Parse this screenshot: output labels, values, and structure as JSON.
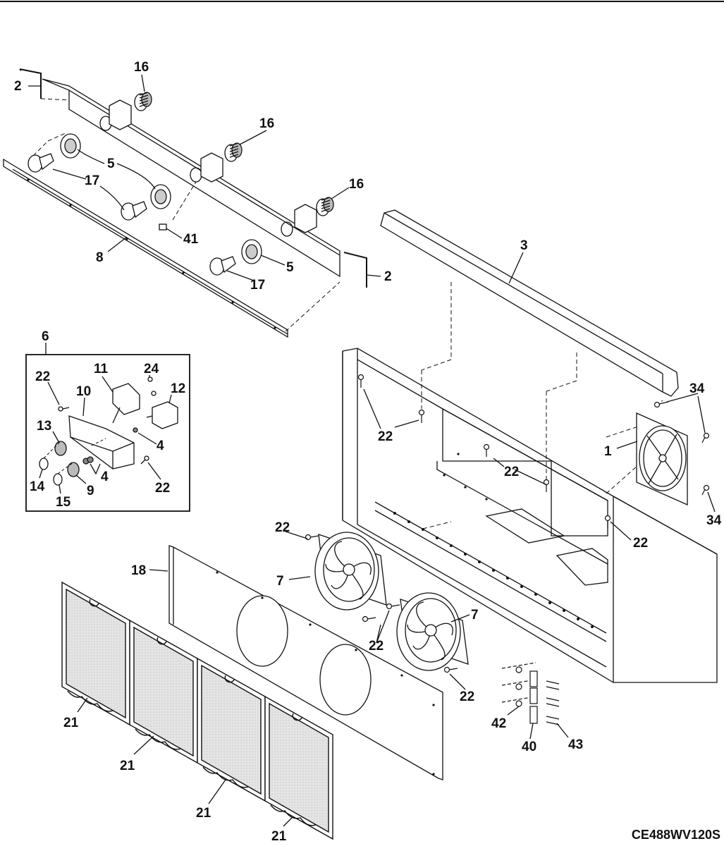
{
  "diagram": {
    "reference_code": "CE488WV120S",
    "callouts": [
      {
        "id": "c2a",
        "label": "2"
      },
      {
        "id": "c16a",
        "label": "16"
      },
      {
        "id": "c16b",
        "label": "16"
      },
      {
        "id": "c16c",
        "label": "16"
      },
      {
        "id": "c5a",
        "label": "5"
      },
      {
        "id": "c17a",
        "label": "17"
      },
      {
        "id": "c17b",
        "label": "17"
      },
      {
        "id": "c41",
        "label": "41"
      },
      {
        "id": "c8",
        "label": "8"
      },
      {
        "id": "c5b",
        "label": "5"
      },
      {
        "id": "c17c",
        "label": "17"
      },
      {
        "id": "c2b",
        "label": "2"
      },
      {
        "id": "c3",
        "label": "3"
      },
      {
        "id": "c6",
        "label": "6"
      },
      {
        "id": "c22a",
        "label": "22"
      },
      {
        "id": "c11",
        "label": "11"
      },
      {
        "id": "c24",
        "label": "24"
      },
      {
        "id": "c10",
        "label": "10"
      },
      {
        "id": "c12",
        "label": "12"
      },
      {
        "id": "c13",
        "label": "13"
      },
      {
        "id": "c4a",
        "label": "4"
      },
      {
        "id": "c4b",
        "label": "4"
      },
      {
        "id": "c14",
        "label": "14"
      },
      {
        "id": "c15",
        "label": "15"
      },
      {
        "id": "c9",
        "label": "9"
      },
      {
        "id": "c22b",
        "label": "22"
      },
      {
        "id": "c22c",
        "label": "22"
      },
      {
        "id": "c34a",
        "label": "34"
      },
      {
        "id": "c1",
        "label": "1"
      },
      {
        "id": "c22d",
        "label": "22"
      },
      {
        "id": "c34b",
        "label": "34"
      },
      {
        "id": "c22e",
        "label": "22"
      },
      {
        "id": "c22f",
        "label": "22"
      },
      {
        "id": "c18",
        "label": "18"
      },
      {
        "id": "c7a",
        "label": "7"
      },
      {
        "id": "c7b",
        "label": "7"
      },
      {
        "id": "c22g",
        "label": "22"
      },
      {
        "id": "c22h",
        "label": "22"
      },
      {
        "id": "c42",
        "label": "42"
      },
      {
        "id": "c40",
        "label": "40"
      },
      {
        "id": "c43",
        "label": "43"
      },
      {
        "id": "c21a",
        "label": "21"
      },
      {
        "id": "c21b",
        "label": "21"
      },
      {
        "id": "c21c",
        "label": "21"
      },
      {
        "id": "c21d",
        "label": "21"
      }
    ]
  }
}
